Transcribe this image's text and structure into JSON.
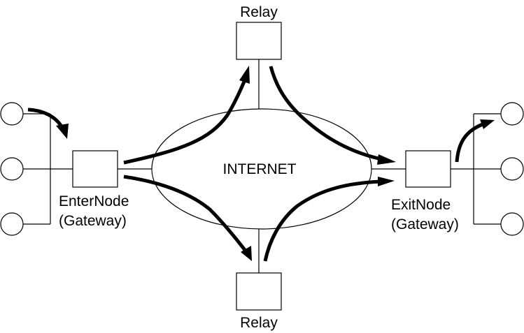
{
  "diagram": {
    "type": "network-topology",
    "cloud": {
      "label": "INTERNET"
    },
    "nodes": {
      "enter": {
        "line1": "EnterNode",
        "line2": "(Gateway)"
      },
      "exit": {
        "line1": "ExitNode",
        "line2": "(Gateway)"
      },
      "relay_top": {
        "label": "Relay"
      },
      "relay_bottom": {
        "label": "Relay"
      }
    },
    "left_hosts": 3,
    "right_hosts": 3,
    "flows": [
      {
        "from": "left-host-1",
        "to": "enter-node"
      },
      {
        "from": "enter-node",
        "to": "relay-top"
      },
      {
        "from": "relay-top",
        "to": "exit-node"
      },
      {
        "from": "enter-node",
        "to": "relay-bottom"
      },
      {
        "from": "relay-bottom",
        "to": "exit-node"
      },
      {
        "from": "exit-node",
        "to": "right-host-1"
      }
    ]
  }
}
